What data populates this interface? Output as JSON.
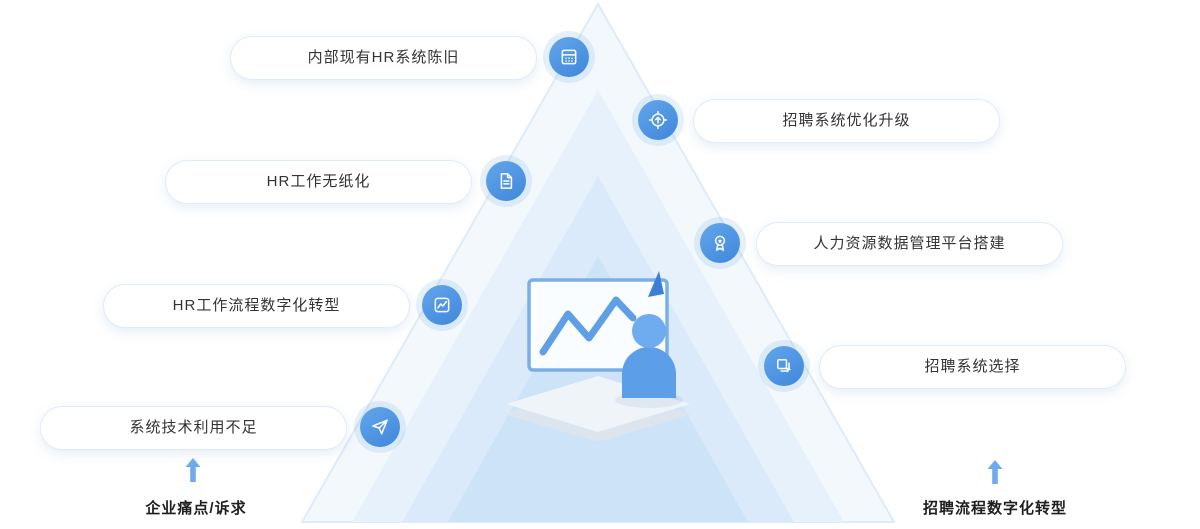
{
  "title": "HR数字化转型金字塔图",
  "colors": {
    "accent": "#4f96e3",
    "pill_text": "#333333",
    "caption_text": "#1f1f1f",
    "arrow": "#6faaec",
    "pyramid_outer": "#f3f8fd",
    "pyramid_inner": "#cde3f8"
  },
  "left_items": [
    {
      "label": "内部现有HR系统陈旧",
      "icon": "calculator-icon"
    },
    {
      "label": "HR工作无纸化",
      "icon": "document-icon"
    },
    {
      "label": "HR工作流程数字化转型",
      "icon": "line-chart-icon"
    },
    {
      "label": "系统技术利用不足",
      "icon": "paper-plane-icon"
    }
  ],
  "right_items": [
    {
      "label": "招聘系统优化升级",
      "icon": "upgrade-target-icon"
    },
    {
      "label": "人力资源数据管理平台搭建",
      "icon": "badge-icon"
    },
    {
      "label": "招聘系统选择",
      "icon": "copy-select-icon"
    }
  ],
  "left_caption": "企业痛点/诉求",
  "right_caption": "招聘流程数字化转型"
}
